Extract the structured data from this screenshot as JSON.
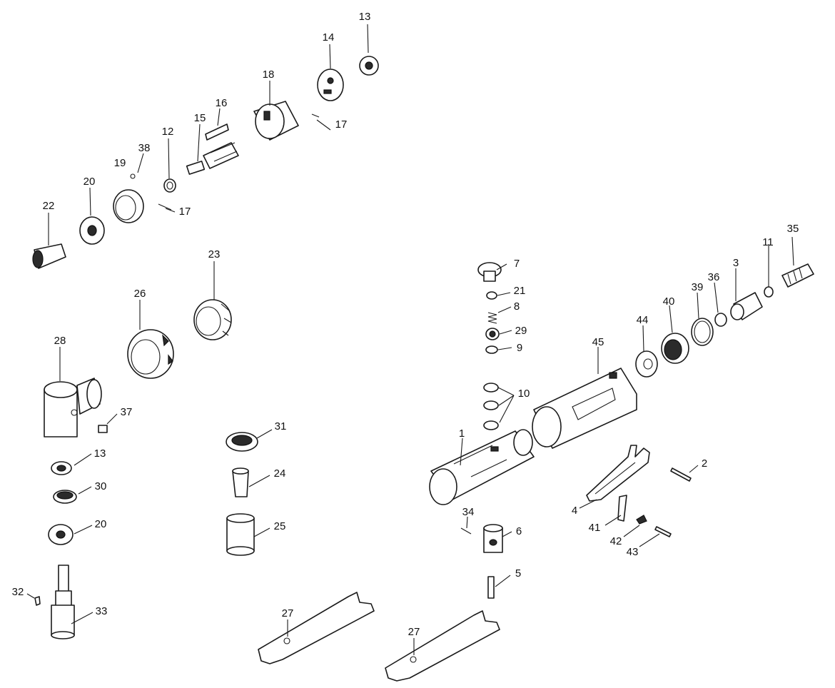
{
  "labels": {
    "l13a": "13",
    "l14": "14",
    "l18": "18",
    "l16": "16",
    "l17a": "17",
    "l15": "15",
    "l12": "12",
    "l38": "38",
    "l19": "19",
    "l20a": "20",
    "l17b": "17",
    "l22": "22",
    "l23": "23",
    "l26": "26",
    "l28": "28",
    "l37": "37",
    "l13b": "13",
    "l30": "30",
    "l20b": "20",
    "l32": "32",
    "l33": "33",
    "l31": "31",
    "l24": "24",
    "l25": "25",
    "l27a": "27",
    "l27b": "27",
    "l7": "7",
    "l21": "21",
    "l8": "8",
    "l29": "29",
    "l9": "9",
    "l10": "10",
    "l1": "1",
    "l34": "34",
    "l6": "6",
    "l5": "5",
    "l45": "45",
    "l44": "44",
    "l40": "40",
    "l39": "39",
    "l36": "36",
    "l3": "3",
    "l11": "11",
    "l35": "35",
    "l2": "2",
    "l4": "4",
    "l41": "41",
    "l42": "42",
    "l43": "43"
  },
  "colors": {
    "line": "#1a1a1a",
    "fill_dark": "#2b2b2b",
    "background": "#ffffff"
  }
}
